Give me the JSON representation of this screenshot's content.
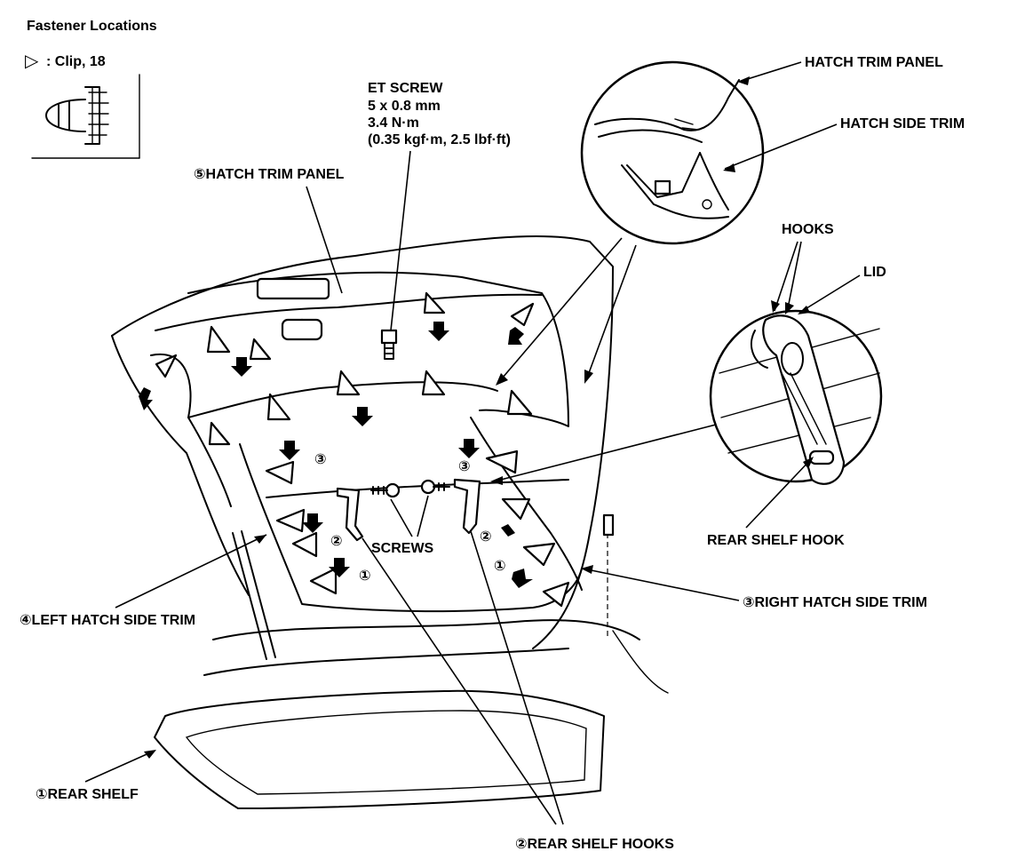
{
  "header": {
    "title": "Fastener Locations",
    "legend_symbol": "▷",
    "legend_text": ": Clip, 18"
  },
  "screw_spec": {
    "line1": "ET SCREW",
    "line2": "5 x 0.8 mm",
    "line3": "3.4 N·m",
    "line4": "(0.35 kgf·m, 2.5 lbf·ft)"
  },
  "labels": {
    "hatch_trim_panel_callout": "⑤HATCH TRIM PANEL",
    "detail_hatch_trim_panel": "HATCH TRIM PANEL",
    "detail_hatch_side_trim": "HATCH SIDE TRIM",
    "hooks": "HOOKS",
    "lid": "LID",
    "rear_shelf_hook": "REAR SHELF HOOK",
    "right_hatch_side_trim": "③RIGHT HATCH SIDE TRIM",
    "left_hatch_side_trim": "④LEFT HATCH SIDE TRIM",
    "screws": "SCREWS",
    "rear_shelf": "①REAR SHELF",
    "rear_shelf_hooks": "②REAR SHELF HOOKS"
  },
  "step_markers": {
    "one": "①",
    "two": "②",
    "three": "③"
  }
}
